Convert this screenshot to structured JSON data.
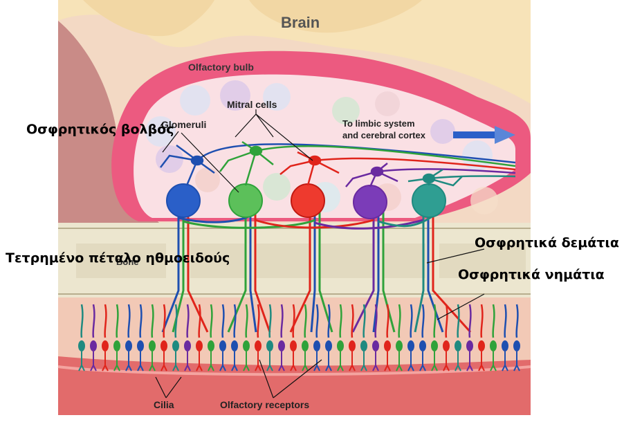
{
  "labels": {
    "brain": "Brain",
    "olfactory_bulb": "Olfactory bulb",
    "mitral_cells": "Mitral cells",
    "glomeruli": "Glomeruli",
    "to_limbic_1": "To limbic system",
    "to_limbic_2": "and cerebral cortex",
    "bone": "Bone",
    "cilia": "Cilia",
    "olfactory_receptors": "Olfactory receptors"
  },
  "greek_labels": {
    "olfactory_bulb_gr": "Οσφρητικός βολβός",
    "cribriform_plate_gr": "Τετρημένο πέταλο ηθμοειδούς",
    "olfactory_tracts_gr": "Οσφρητικά δεμάτια",
    "olfactory_filaments_gr": "Οσφρητικά νημάτια"
  },
  "colors": {
    "blue": "#1e4fb0",
    "green": "#2fa23a",
    "red": "#e0241b",
    "purple": "#6a2aa0",
    "teal": "#1f8a80",
    "bulb_outline": "#e8436f",
    "bone": "#ece6cf",
    "mucosa": "#e26b6b"
  }
}
